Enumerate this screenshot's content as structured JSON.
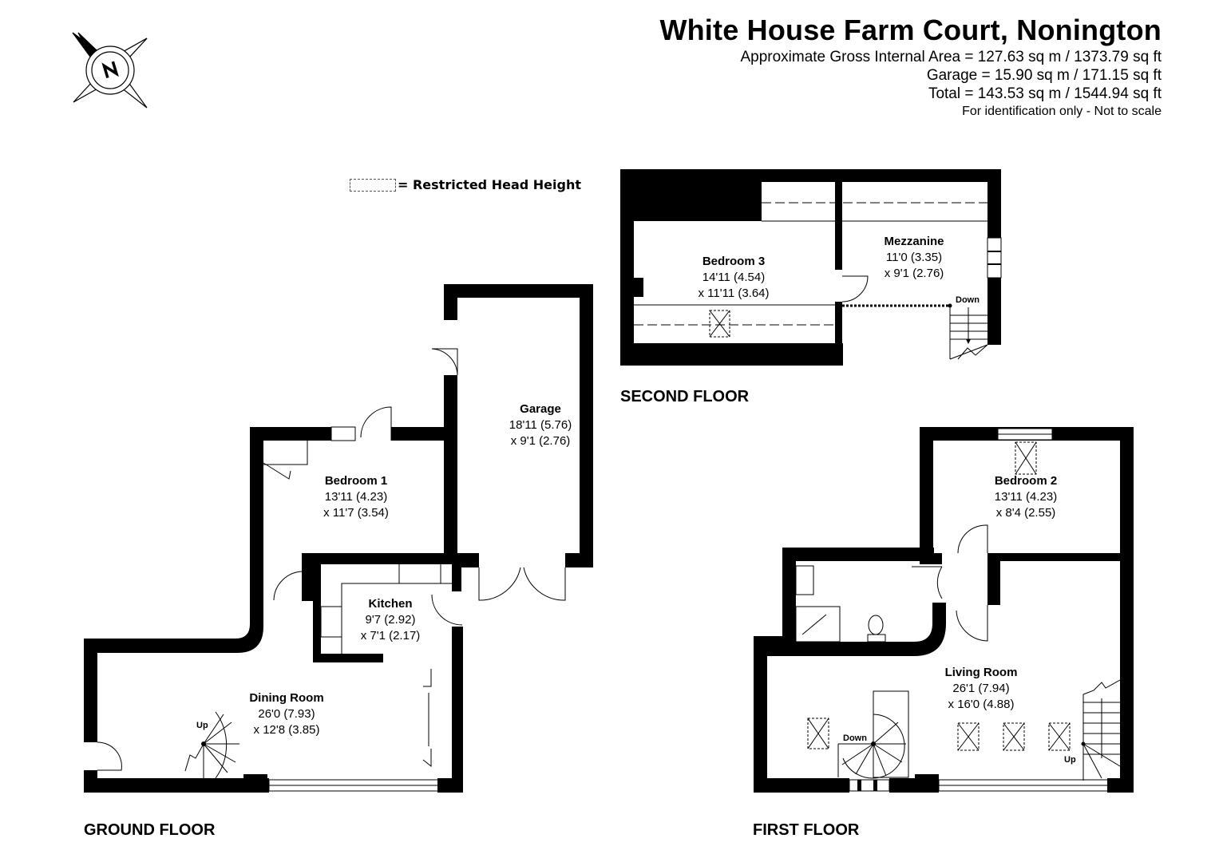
{
  "header": {
    "title": "White House Farm Court, Nonington",
    "gross_internal_area": "Approximate Gross Internal Area = 127.63 sq m / 1373.79 sq ft",
    "garage_area": "Garage = 15.90 sq m / 171.15 sq ft",
    "total_area": "Total = 143.53 sq m / 1544.94 sq ft",
    "disclaimer": "For identification only - Not to scale"
  },
  "compass": {
    "icon": "compass-north-icon",
    "letter": "N"
  },
  "legend": {
    "label": "= Restricted Head Height"
  },
  "floors": {
    "ground": {
      "label": "GROUND FLOOR",
      "rooms": [
        {
          "name": "Garage",
          "dim1": "18'11 (5.76)",
          "dim2": "x 9'1 (2.76)"
        },
        {
          "name": "Bedroom 1",
          "dim1": "13'11 (4.23)",
          "dim2": "x 11'7 (3.54)"
        },
        {
          "name": "Kitchen",
          "dim1": "9'7 (2.92)",
          "dim2": "x 7'1 (2.17)"
        },
        {
          "name": "Dining Room",
          "dim1": "26'0 (7.93)",
          "dim2": "x 12'8 (3.85)"
        }
      ],
      "stair_label": "Up"
    },
    "first": {
      "label": "FIRST FLOOR",
      "rooms": [
        {
          "name": "Bedroom 2",
          "dim1": "13'11 (4.23)",
          "dim2": "x 8'4 (2.55)"
        },
        {
          "name": "Living Room",
          "dim1": "26'1 (7.94)",
          "dim2": "x 16'0 (4.88)"
        }
      ],
      "stair_down_label": "Down",
      "stair_up_label": "Up"
    },
    "second": {
      "label": "SECOND FLOOR",
      "rooms": [
        {
          "name": "Bedroom 3",
          "dim1": "14'11 (4.54)",
          "dim2": "x 11'11 (3.64)"
        },
        {
          "name": "Mezzanine",
          "dim1": "11'0 (3.35)",
          "dim2": "x 9'1 (2.76)"
        }
      ],
      "stair_label": "Down"
    }
  }
}
